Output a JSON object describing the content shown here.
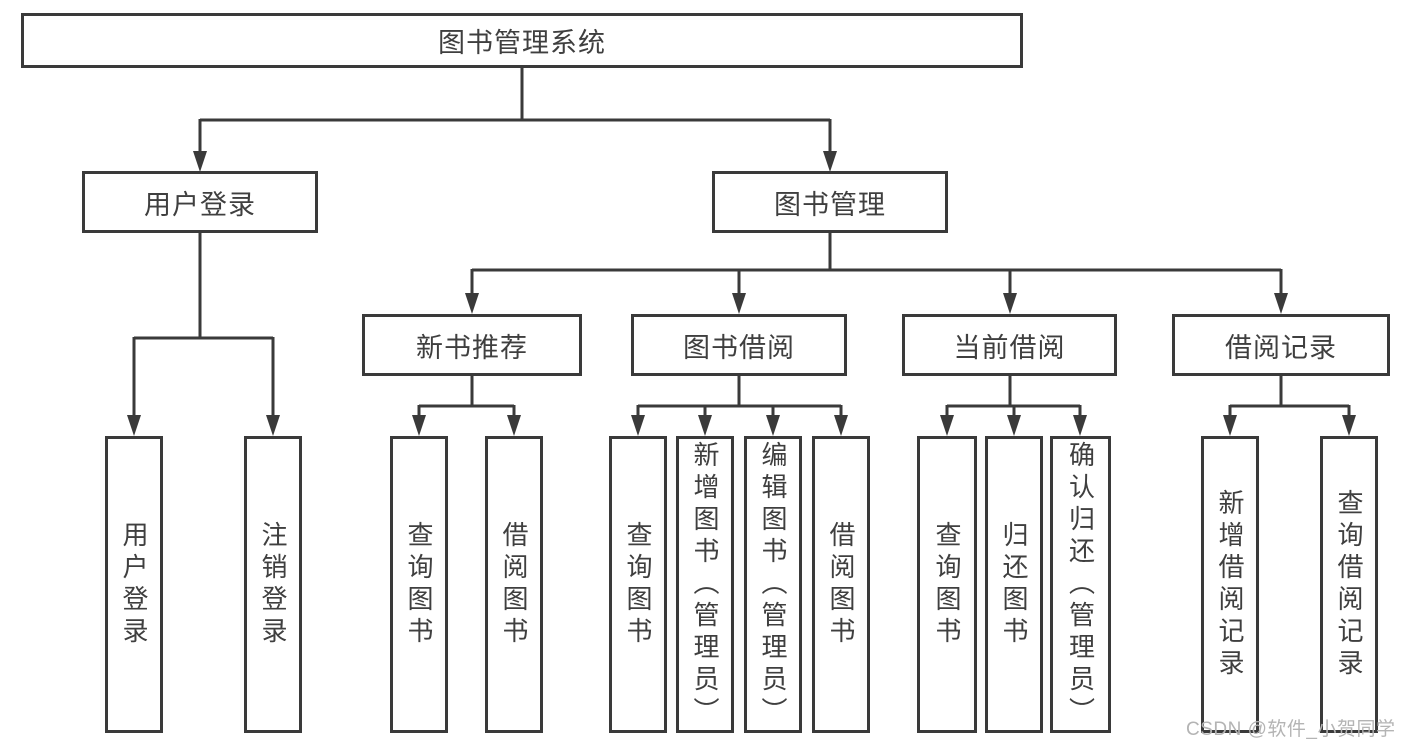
{
  "diagram": {
    "root": {
      "label": "图书管理系统"
    },
    "level2": [
      {
        "label": "用户登录"
      },
      {
        "label": "图书管理"
      }
    ],
    "level3": [
      {
        "label": "新书推荐"
      },
      {
        "label": "图书借阅"
      },
      {
        "label": "当前借阅"
      },
      {
        "label": "借阅记录"
      }
    ],
    "leaves": {
      "user_login": [
        "用户登录",
        "注销登录"
      ],
      "new_books": [
        "查询图书",
        "借阅图书"
      ],
      "book_borrow": [
        "查询图书",
        "新增图书（管理员）",
        "编辑图书（管理员）",
        "借阅图书"
      ],
      "current_borrow": [
        "查询图书",
        "归还图书",
        "确认归还（管理员）"
      ],
      "borrow_records": [
        "新增借阅记录",
        "查询借阅记录"
      ]
    }
  },
  "watermark": {
    "text": "CSDN @软件_小贺同学"
  },
  "colors": {
    "background": "#ffffff",
    "line": "#3a3a3a",
    "box_border": "#3a3a3a",
    "text": "#3f3f3f",
    "watermark": "#b4b4b4"
  }
}
